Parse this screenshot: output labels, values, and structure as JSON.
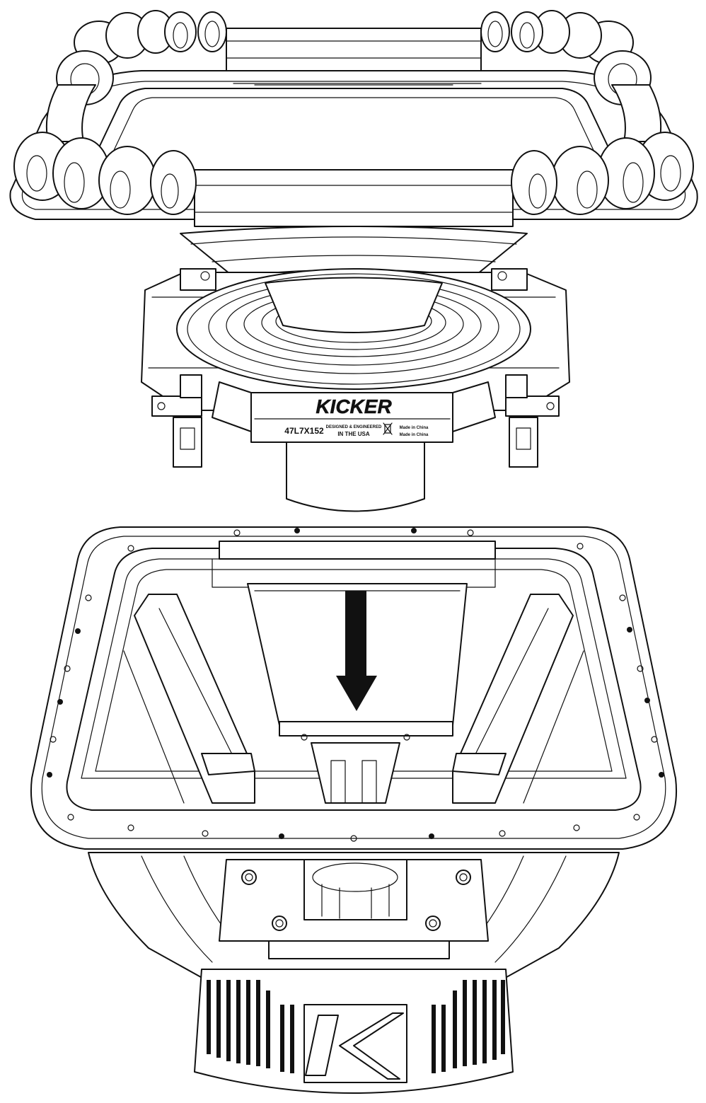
{
  "brand": {
    "name": "KICKER",
    "logo_mark": "K"
  },
  "label_plate": {
    "model": "47L7X152",
    "origin_top": "DESIGNED & ENGINEERED",
    "origin_bottom": "IN THE USA",
    "made_line_1": "Made in China",
    "made_line_2": "Made in China"
  },
  "colors": {
    "ink": "#111111",
    "paper": "#ffffff"
  },
  "icons": {
    "direction": "arrow-down-icon",
    "disposal": "weee-bin-icon"
  }
}
